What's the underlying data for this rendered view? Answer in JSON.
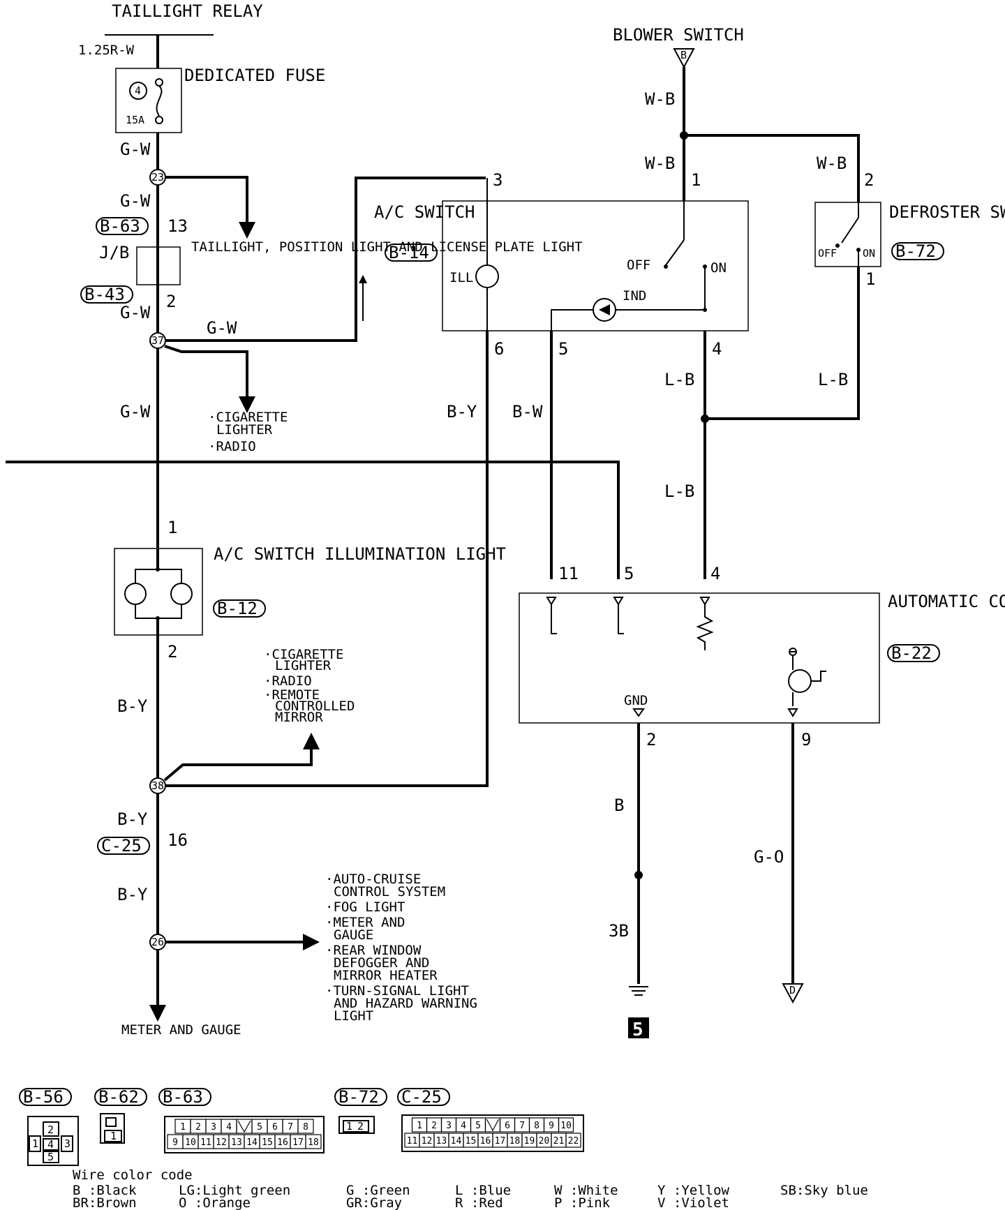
{
  "components": {
    "taillight_relay": "TAILLIGHT RELAY",
    "relay_wire": "1.25R-W",
    "dedicated_fuse": "DEDICATED FUSE",
    "fuse_number": "4",
    "fuse_rating": "15A",
    "blower_switch": "BLOWER SWITCH",
    "blower_conn": "B",
    "ac_switch": "A/C SWITCH",
    "ac_switch_conn": "B-14",
    "defroster_switch": "DEFROSTER SWITCH",
    "defroster_conn": "B-72",
    "jb": "J/B",
    "taillight_branch": "TAILLIGHT, POSITION LIGHT AND LICENSE PLATE LIGHT",
    "ac_illum": "A/C SWITCH ILLUMINATION LIGHT",
    "ac_illum_conn": "B-12",
    "ecm": "AUTOMATIC COMPRESSOR -ECM",
    "ecm_conn": "B-22",
    "meter_gauge": "METER AND GAUGE",
    "ground_number": "5",
    "ground_pin": "3B",
    "gnd": "GND",
    "ill": "ILL",
    "ind": "IND",
    "off": "OFF",
    "on": "ON",
    "d_conn": "D"
  },
  "wires": {
    "gw": "G-W",
    "wb": "W-B",
    "lb": "L-B",
    "by": "B-Y",
    "bw": "B-W",
    "b": "B",
    "go": "G-O"
  },
  "connectors": {
    "b63": "B-63",
    "b43": "B-43",
    "c25": "C-25",
    "b56": "B-56",
    "b62": "B-62",
    "b63_2": "B-63",
    "b72_2": "B-72",
    "c25_2": "C-25"
  },
  "junctions": {
    "j23": "23",
    "j37": "37",
    "j38": "38",
    "j26": "26"
  },
  "pins": {
    "p13": "13",
    "p2a": "2",
    "p3": "3",
    "p1": "1",
    "p2d": "2",
    "p1d": "1",
    "p6": "6",
    "p5": "5",
    "p4": "4",
    "p1i": "1",
    "p2i": "2",
    "p11": "11",
    "p5e": "5",
    "p4e": "4",
    "p2g": "2",
    "p9": "9",
    "p16": "16"
  },
  "branch_lists": {
    "list1": [
      "·CIGARETTE",
      "LIGHTER",
      "·RADIO"
    ],
    "list2": [
      "·CIGARETTE",
      "LIGHTER",
      "·RADIO",
      "·REMOTE",
      "CONTROLLED",
      "MIRROR"
    ],
    "list3": [
      "·AUTO-CRUISE",
      "CONTROL SYSTEM",
      "·FOG LIGHT",
      "·METER AND",
      "GAUGE",
      "·REAR WINDOW",
      "DEFOGGER AND",
      "MIRROR HEATER",
      "·TURN-SIGNAL LIGHT",
      "AND HAZARD WARNING",
      "LIGHT"
    ]
  },
  "connector_faces": {
    "b56": [
      "1",
      "2",
      "4",
      "3",
      "5"
    ],
    "b62": [
      "1"
    ],
    "b63_top": [
      "1",
      "2",
      "3",
      "4",
      "",
      "5",
      "6",
      "7",
      "8"
    ],
    "b63_bot": [
      "9",
      "10",
      "11",
      "12",
      "13",
      "14",
      "15",
      "16",
      "17",
      "18"
    ],
    "b72": [
      "1",
      "2"
    ],
    "c25_top": [
      "1",
      "2",
      "3",
      "4",
      "5",
      "",
      "6",
      "7",
      "8",
      "9",
      "10"
    ],
    "c25_bot": [
      "11",
      "12",
      "13",
      "14",
      "15",
      "16",
      "17",
      "18",
      "19",
      "20",
      "21",
      "22"
    ]
  },
  "legend": {
    "title": "Wire color code",
    "items": [
      [
        "B :Black",
        "BR:Brown"
      ],
      [
        "LG:Light green",
        "O :Orange"
      ],
      [
        "G :Green",
        "GR:Gray"
      ],
      [
        "L :Blue",
        "R :Red"
      ],
      [
        "W :White",
        "P :Pink"
      ],
      [
        "Y :Yellow",
        "V :Violet"
      ],
      [
        "SB:Sky blue",
        ""
      ]
    ]
  }
}
